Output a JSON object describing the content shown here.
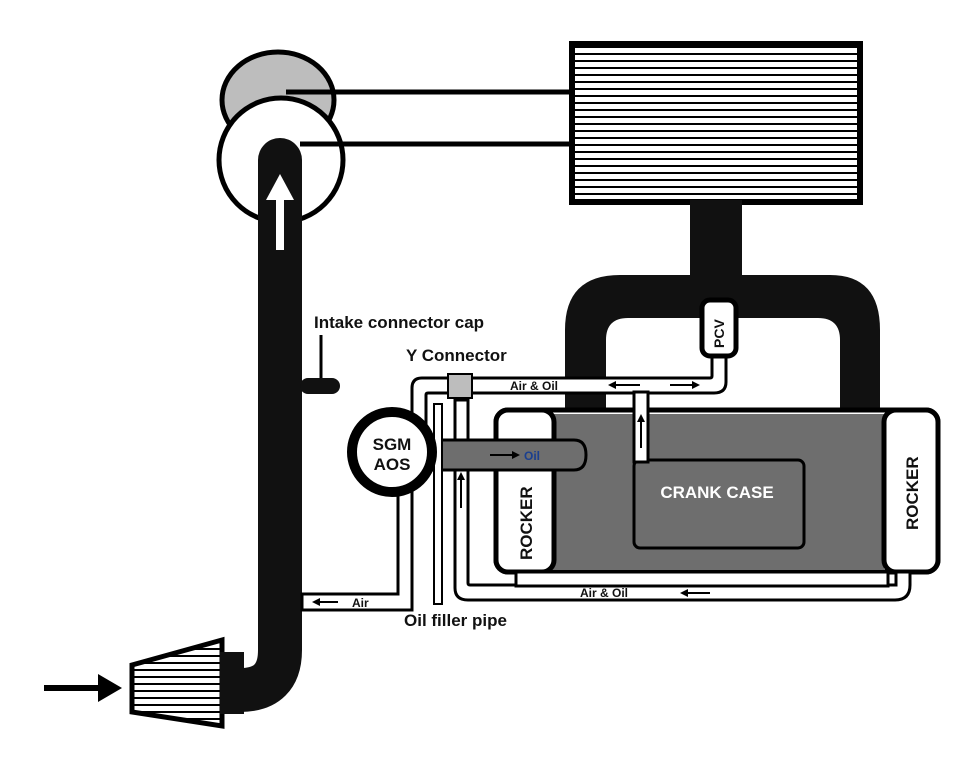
{
  "labels": {
    "intake_cap": "Intake connector cap",
    "y_connector": "Y Connector",
    "air_oil_top": "Air & Oil",
    "air_oil_bottom": "Air & Oil",
    "air": "Air",
    "oil": "Oil",
    "oil_filler": "Oil filler pipe",
    "sgm": "SGM",
    "aos": "AOS",
    "pcv": "PCV",
    "crank_case": "CRANK CASE",
    "rocker_left": "ROCKER",
    "rocker_right": "ROCKER"
  },
  "colors": {
    "hose": "#111111",
    "engine": "#6e6e6e",
    "outline": "#000000",
    "oil_text": "#1a3f8f"
  }
}
